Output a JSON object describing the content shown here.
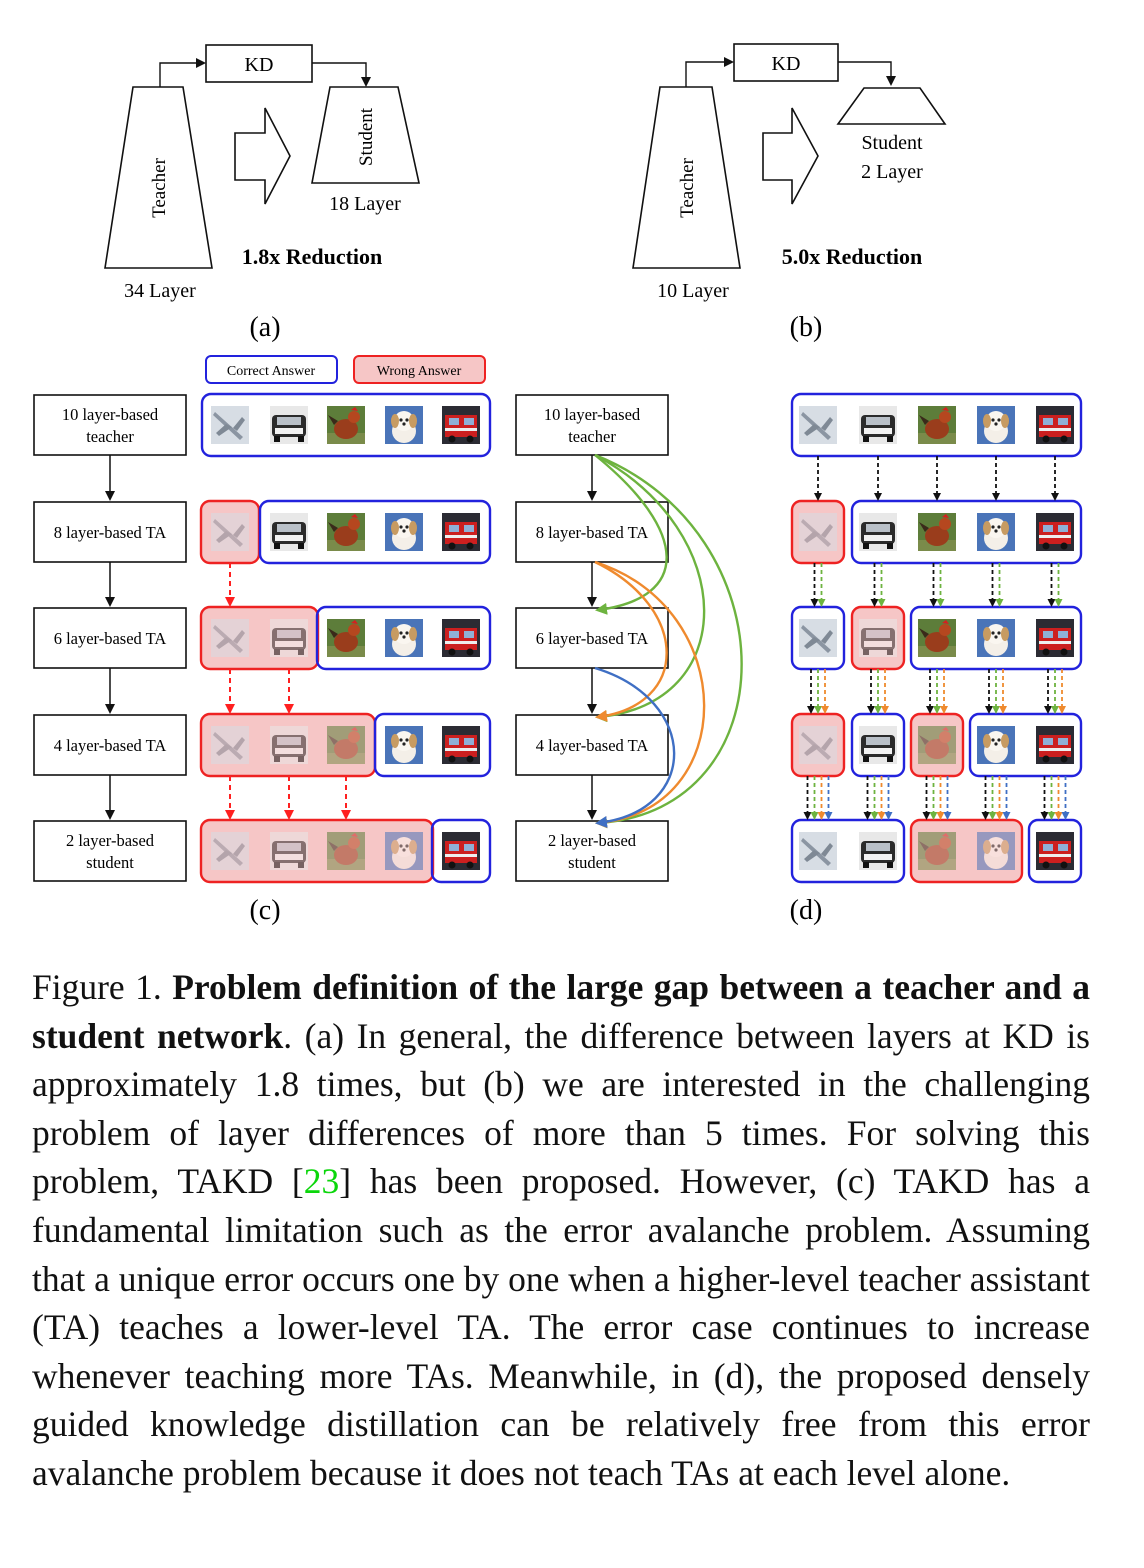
{
  "panel_a": {
    "kd": "KD",
    "teacher": "Teacher",
    "student": "Student",
    "teacher_layers": "34 Layer",
    "student_layers": "18 Layer",
    "reduction": "1.8x Reduction",
    "label": "(a)"
  },
  "panel_b": {
    "kd": "KD",
    "teacher": "Teacher",
    "student": "Student",
    "teacher_layers": "10 Layer",
    "student_layers": "2 Layer",
    "reduction": "5.0x Reduction",
    "label": "(b)"
  },
  "legend": {
    "correct": "Correct Answer",
    "wrong": "Wrong Answer"
  },
  "levels": [
    {
      "line1": "10 layer-based",
      "line2": "teacher"
    },
    {
      "line1": "8 layer-based TA",
      "line2": ""
    },
    {
      "line1": "6 layer-based TA",
      "line2": ""
    },
    {
      "line1": "4 layer-based TA",
      "line2": ""
    },
    {
      "line1": "2 layer-based",
      "line2": "student"
    }
  ],
  "images": [
    "airplane",
    "car",
    "rooster",
    "dog",
    "fire-truck"
  ],
  "panel_c_wrong_counts": [
    0,
    1,
    2,
    3,
    4
  ],
  "panel_d_wrong": [
    [],
    [
      0
    ],
    [
      1
    ],
    [
      0,
      2
    ],
    [
      2,
      3
    ]
  ],
  "arrow_colors": {
    "black": "#111111",
    "red": "#ff2020",
    "green": "#6db33f",
    "orange": "#ef8a2e",
    "blue": "#3f6fc4",
    "box_blue": "#2222dd",
    "box_red": "#ee2222",
    "wrong_fill": "#f6c6c6"
  },
  "panel_labels": {
    "c": "(c)",
    "d": "(d)"
  },
  "caption": {
    "prefix": "Figure 1. ",
    "bold": "Problem definition of the large gap between a teacher and a student network",
    "part1": ". (a) In general, the difference between layers at KD is approximately 1.8 times, but (b) we are interested in the challenging problem of layer differences of more than 5 times. For solving this problem, TAKD [",
    "ref": "23",
    "part2": "] has been proposed. However, (c) TAKD has a fundamental limitation such as the error avalanche problem. Assuming that a unique error occurs one by one when a higher-level teacher assistant (TA) teaches a lower-level TA. The error case continues to increase whenever teaching more TAs. Meanwhile, in (d), the proposed densely guided knowledge distillation can be relatively free from this error avalanche problem because it does not teach TAs at each level alone."
  }
}
